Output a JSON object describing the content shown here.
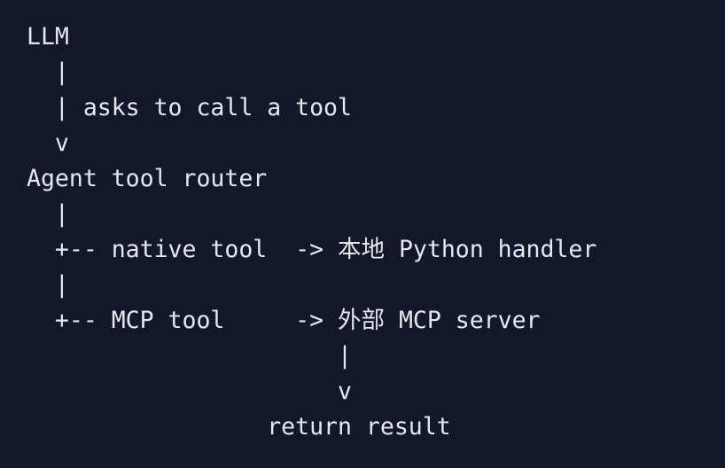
{
  "diagram": {
    "lines": [
      "LLM",
      "  |",
      "  | asks to call a tool",
      "  v",
      "Agent tool router",
      "  |",
      "  +-- native tool  -> 本地 Python handler",
      "  |",
      "  +-- MCP tool     -> 外部 MCP server",
      "                      |",
      "                      v",
      "                 return result"
    ]
  },
  "colors": {
    "background": "#121729",
    "text": "#e6e8ee"
  }
}
